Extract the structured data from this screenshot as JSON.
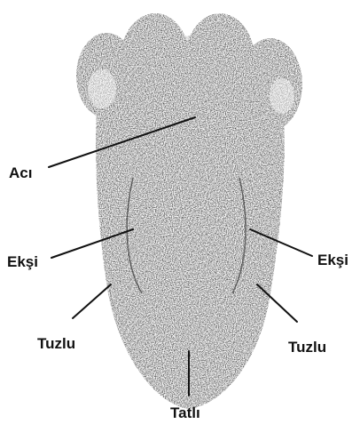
{
  "diagram": {
    "labels": {
      "aci": "Acı",
      "eksi_left": "Ekşi",
      "eksi_right": "Ekşi",
      "tuzlu_left": "Tuzlu",
      "tuzlu_right": "Tuzlu",
      "tatli": "Tatlı"
    }
  }
}
